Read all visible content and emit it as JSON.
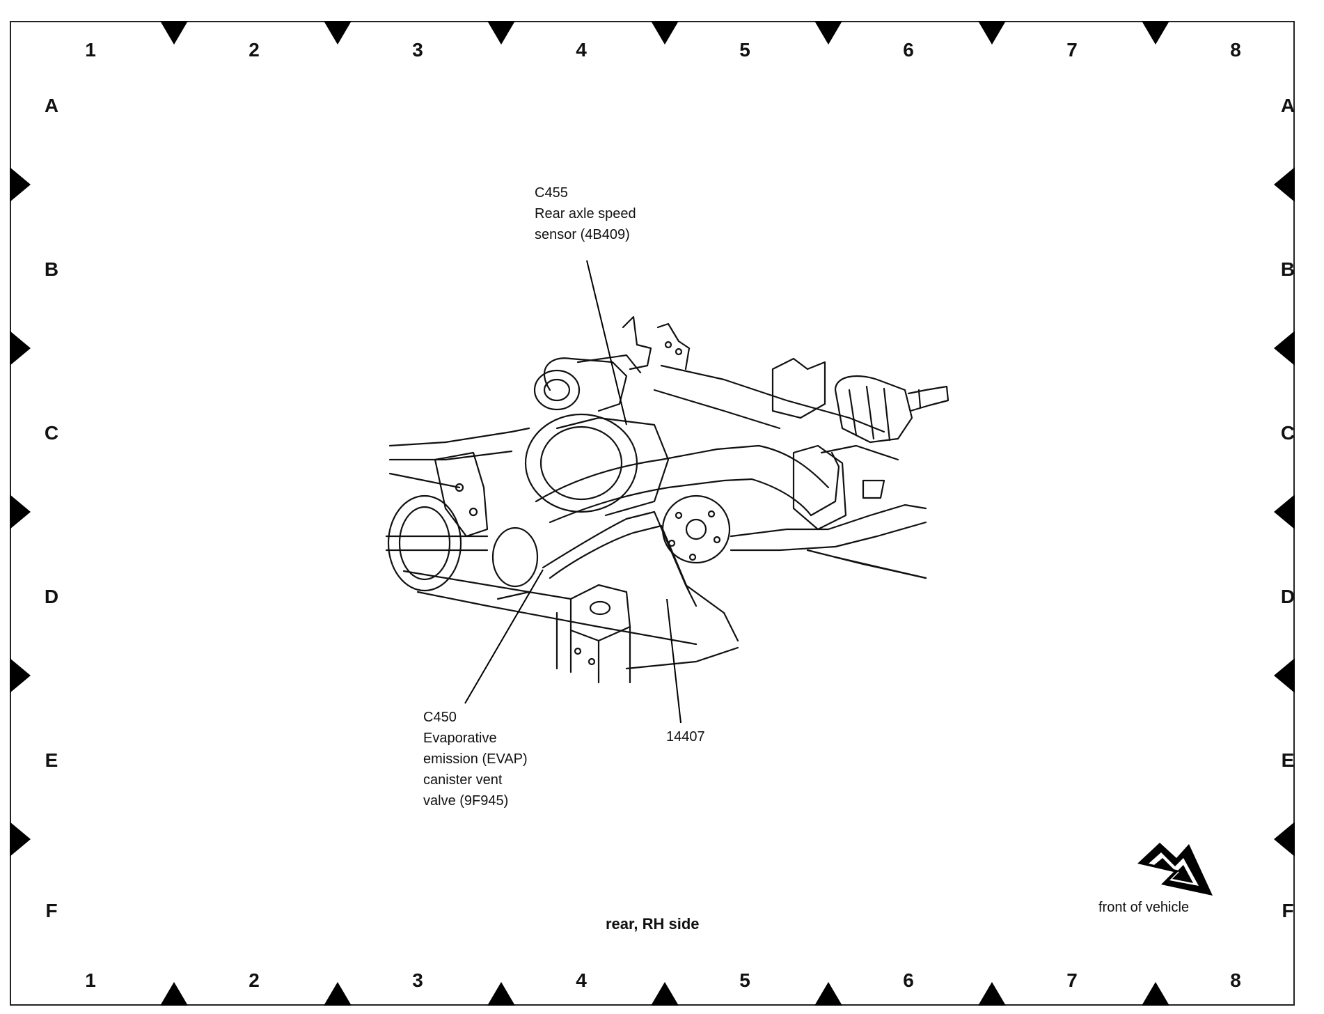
{
  "grid": {
    "columns": [
      "1",
      "2",
      "3",
      "4",
      "5",
      "6",
      "7",
      "8"
    ],
    "rows": [
      "A",
      "B",
      "C",
      "D",
      "E",
      "F"
    ]
  },
  "callouts": {
    "c455": "C455\nRear axle speed\nsensor (4B409)",
    "c450": "C450\nEvaporative\nemission (EVAP)\ncanister vent\nvalve (9F945)",
    "harness": "14407"
  },
  "view_caption": "rear, RH side",
  "orientation": {
    "label": "front of vehicle",
    "icon": "direction-arrow-icon"
  }
}
